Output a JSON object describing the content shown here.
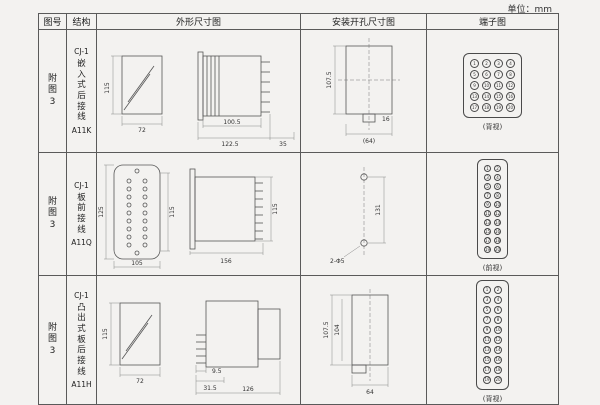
{
  "unit_label": "单位：mm",
  "headers": {
    "fig": "图号",
    "structure": "结构",
    "outline": "外形尺寸图",
    "install": "安装开孔尺寸图",
    "terminal": "端子图"
  },
  "rows": [
    {
      "fig": "附图3",
      "model": "CJ-1",
      "structure": "嵌入式后接线",
      "code": "A11K",
      "outline": {
        "front_h": "115",
        "front_w": "72",
        "side_top": "100.5",
        "side_bottom": "122.5",
        "side_depth": "35"
      },
      "install": {
        "h": "107.5",
        "notch": "16",
        "w": "(64)"
      },
      "terminal": {
        "view": "(背视)",
        "cols": 4,
        "count": 20
      }
    },
    {
      "fig": "附图3",
      "model": "CJ-1",
      "structure": "板前接线",
      "code": "A11Q",
      "outline": {
        "front_h": "125",
        "front_w": "105",
        "mid_h": "115",
        "side_len": "156",
        "side_h": "115"
      },
      "install": {
        "h": "131",
        "holes": "2-Φ5"
      },
      "terminal": {
        "view": "(前视)",
        "cols": 2,
        "count": 20
      }
    },
    {
      "fig": "附图3",
      "model": "CJ-1",
      "structure": "凸出式板后接线",
      "code": "A11H",
      "outline": {
        "front_h": "115",
        "front_w": "72",
        "pin_len": "9.5",
        "offset": "31.5",
        "side_len": "126"
      },
      "install": {
        "h1": "107.5",
        "h2": "104",
        "w": "64"
      },
      "terminal": {
        "view": "(背视)",
        "cols": 2,
        "count": 20
      }
    }
  ]
}
